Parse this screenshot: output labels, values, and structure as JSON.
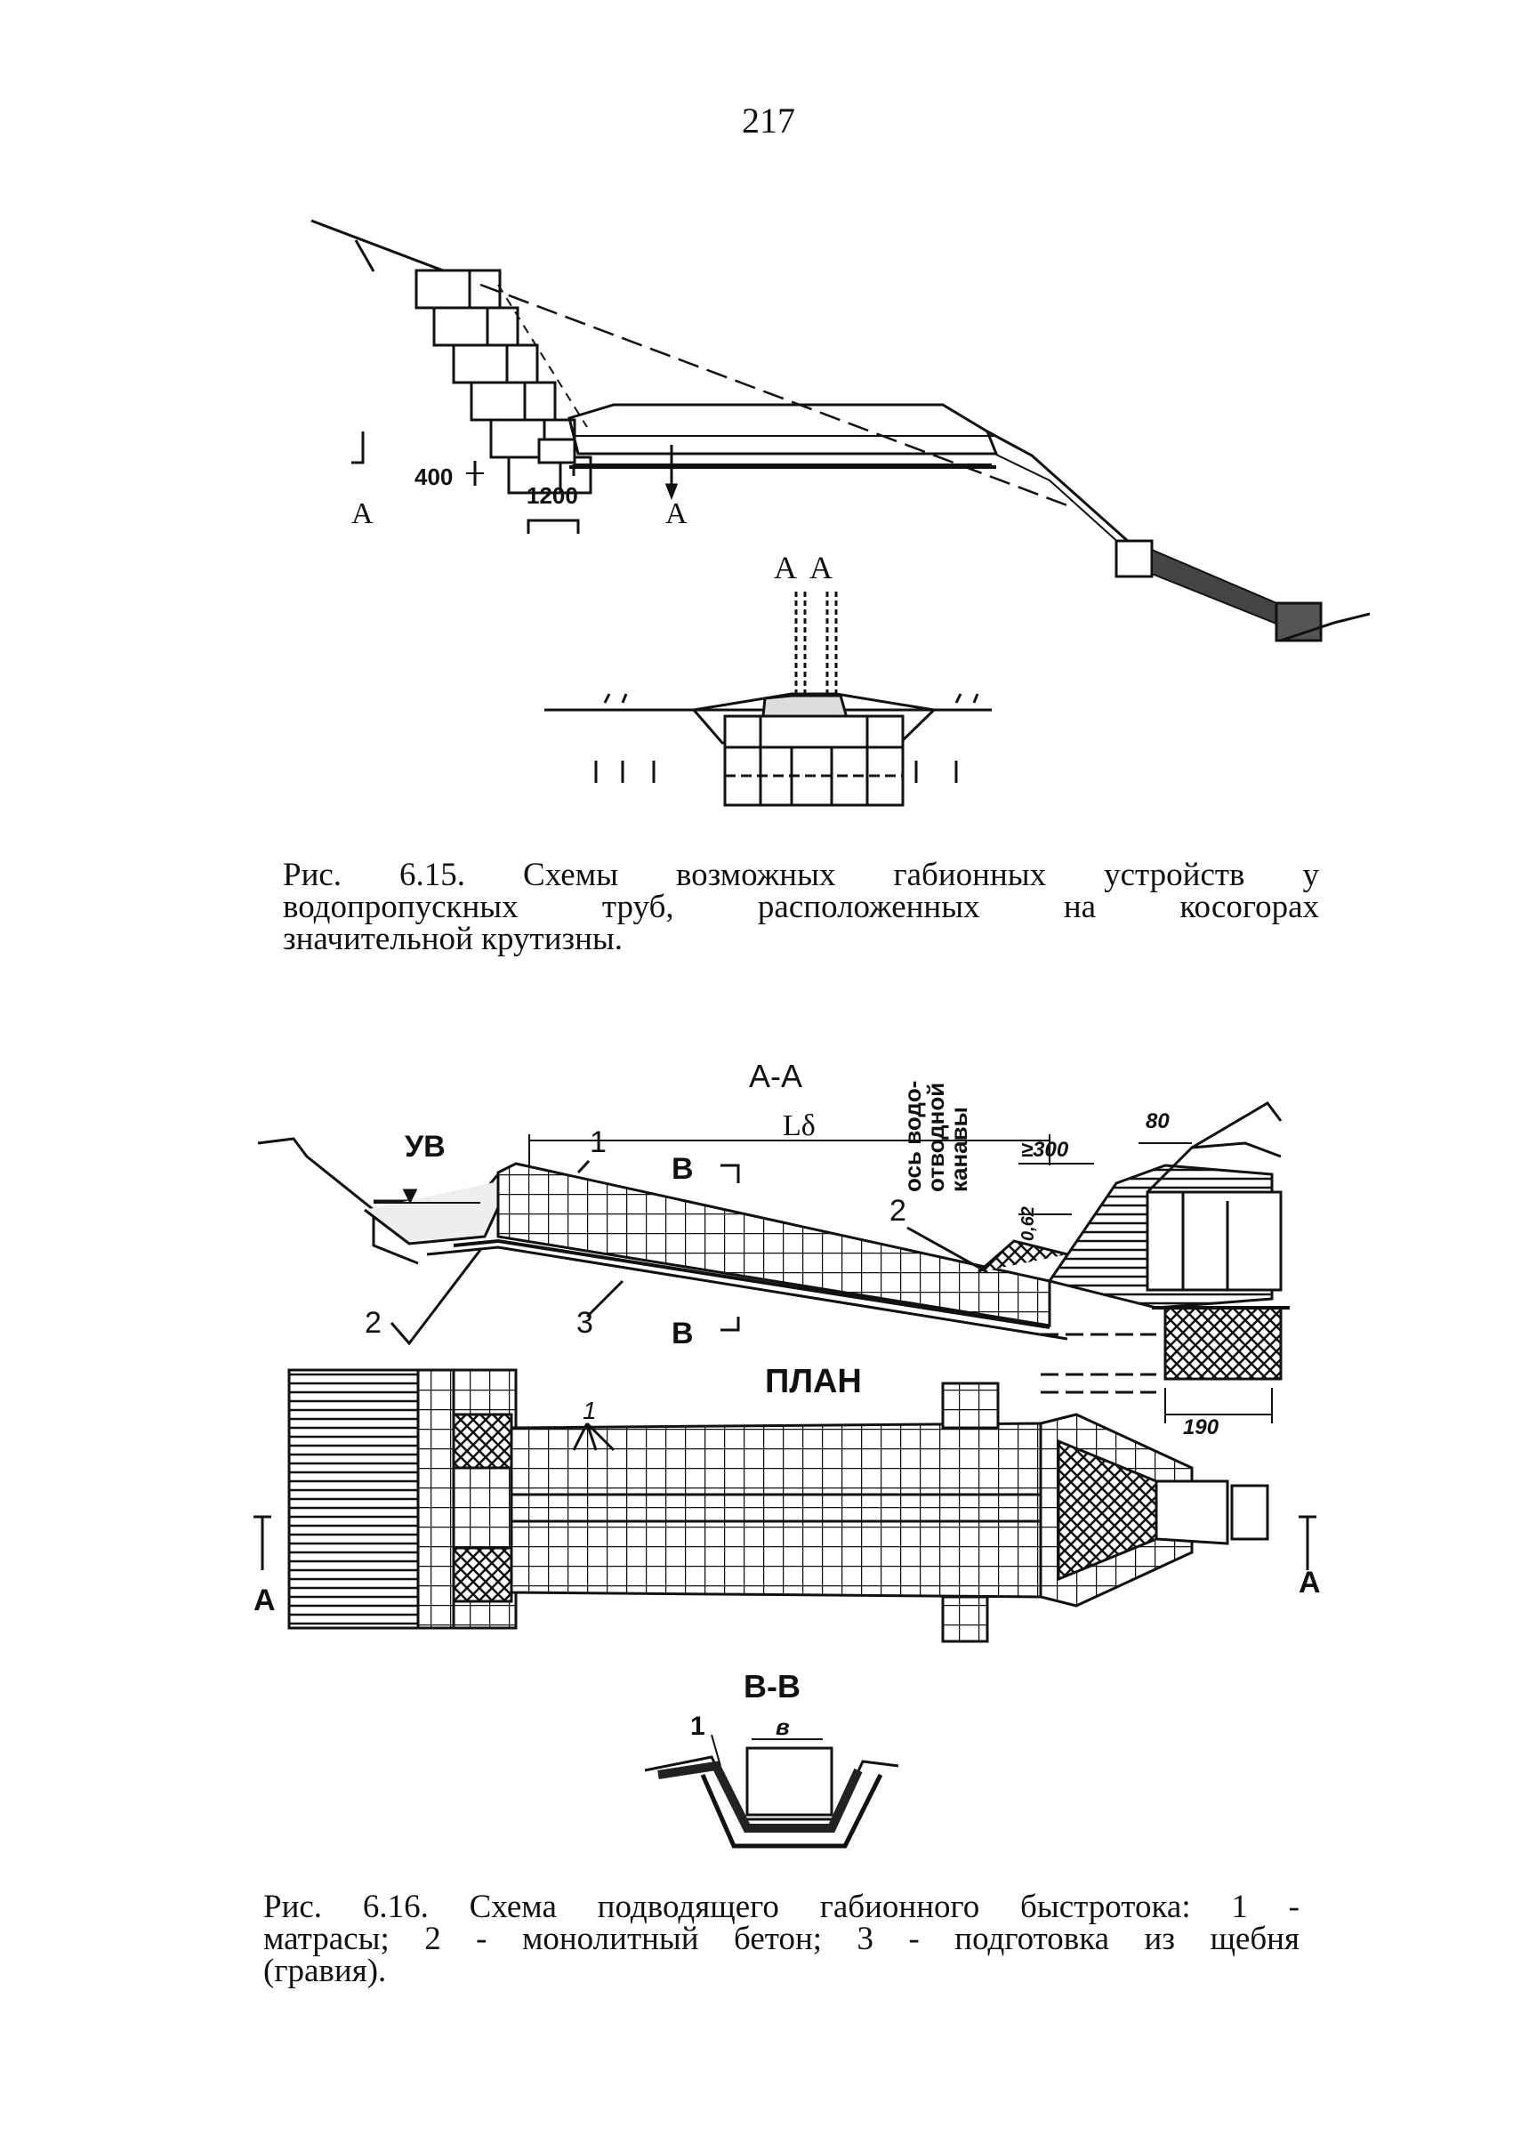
{
  "page_number": "217",
  "figure_6_15": {
    "section_letter_left": "A",
    "section_letter_right": "A",
    "dim_400": "400",
    "dim_1200": "1200",
    "section_title": "A  A",
    "caption_lines": [
      "Рис. 6.15. Схемы возможных габионных устройств у",
      "водопропускных труб, расположенных на косогорах",
      "значительной крутизны."
    ]
  },
  "figure_6_16": {
    "section_aa_title": "А-А",
    "uv_label": "УВ",
    "lb_label": "Lδ",
    "axis_label_line1": "ось водо-",
    "axis_label_line2": "отводной",
    "axis_label_line3": "канавы",
    "dim_80": "80",
    "dim_300": "≥300",
    "dim_062": "0,62",
    "dim_190": "190",
    "label_1_top": "1",
    "label_2_right": "2",
    "label_2_left": "2",
    "label_3": "3",
    "section_b_top": "В",
    "section_b_bottom": "В",
    "plan_title": "ПЛАН",
    "plan_label_1": "1",
    "plan_section_left": "А",
    "plan_section_right": "А",
    "section_bb_title": "В-В",
    "bb_label_1": "1",
    "bb_dim_b": "в",
    "caption_lines": [
      "Рис. 6.16. Схема подводящего габионного быстротока: 1 -",
      "матрасы; 2 - монолитный бетон; 3 - подготовка из щебня",
      "(гравия)."
    ]
  }
}
